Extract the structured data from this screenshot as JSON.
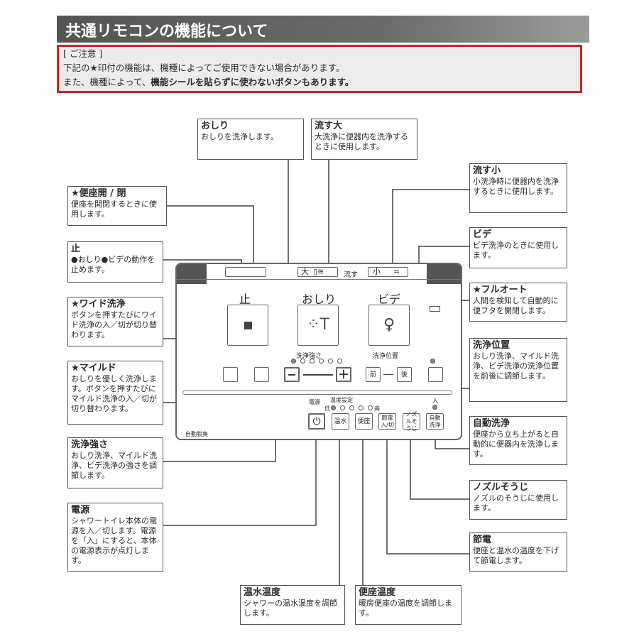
{
  "title": "共通リモコンの機能について",
  "notice": {
    "heading": "[ ご注意 ]",
    "line1": "下記の★印付の機能は、機種によってご使用できない場合があります。",
    "line2_pre": "また、機種によって、",
    "line2_bold": "機能シールを貼らずに使わないボタンもあります。"
  },
  "callouts": {
    "oshiri": {
      "title": "おしり",
      "text": "おしりを洗浄します。"
    },
    "flush_large": {
      "title": "流す大",
      "text": "大洗浄に便器内を洗浄するときに使用します。"
    },
    "flush_small": {
      "title": "流す小",
      "text": "小洗浄時に便器内を洗浄するときに使用します。"
    },
    "seat_open_close": {
      "title": "★便座開 / 閉",
      "text": "便座を開閉するときに使用します。"
    },
    "bidet": {
      "title": "ビデ",
      "text": "ビデ洗浄のときに使用します。"
    },
    "stop": {
      "title": "止",
      "text": "●おしり●ビデの動作を止めます。"
    },
    "full_auto": {
      "title": "★フルオート",
      "text": "人間を検知して自動的に便フタを開閉します。"
    },
    "wide": {
      "title": "★ワイド洗浄",
      "text": "ボタンを押すたびにワイド洗浄の入／切が切り替わります。"
    },
    "position": {
      "title": "洗浄位置",
      "text": "おしり洗浄、マイルド洗浄、ビデ洗浄の洗浄位置を前後に調節します。"
    },
    "mild": {
      "title": "★マイルド",
      "text": "おしりを優しく洗浄します。ボタンを押すたびにマイルド洗浄の入／切が切り替わります。"
    },
    "auto_flush": {
      "title": "自動洗浄",
      "text": "便座から立ち上がると自動的に便器内を洗浄します。"
    },
    "strength": {
      "title": "洗浄強さ",
      "text": "おしり洗浄、マイルド洗浄、ビデ洗浄の強さを調節します。"
    },
    "nozzle": {
      "title": "ノズルそうじ",
      "text": "ノズルのそうじに使用します。"
    },
    "power": {
      "title": "電源",
      "text": "シャワートイレ本体の電源を入／切します。電源を「入」にすると、本体の電源表示が点灯します。"
    },
    "eco": {
      "title": "節電",
      "text": "便座と温水の温度を下げて節電します。"
    },
    "water_temp": {
      "title": "温水温度",
      "text": "シャワーの温水温度を調節します。"
    },
    "seat_temp": {
      "title": "便座温度",
      "text": "暖房便座の温度を調節します。"
    }
  },
  "remote": {
    "flush_large": "大",
    "flush_label": "流す",
    "flush_small": "小",
    "stop": "止",
    "oshiri": "おしり",
    "bidet": "ビデ",
    "strength_label": "洗浄強さ",
    "position_label": "洗浄位置",
    "minus": "−",
    "plus": "＋",
    "front": "前",
    "back": "後",
    "power_label": "電源",
    "temp_label": "温度設定",
    "low": "低",
    "high": "高",
    "on_label": "入",
    "power_symbol": "⏻",
    "water": "温水",
    "seat": "便座",
    "eco": "節電入/切",
    "nozzle": "ノズルそうじ",
    "auto_flush": "自動洗浄",
    "deodorize": "自動脱臭"
  }
}
